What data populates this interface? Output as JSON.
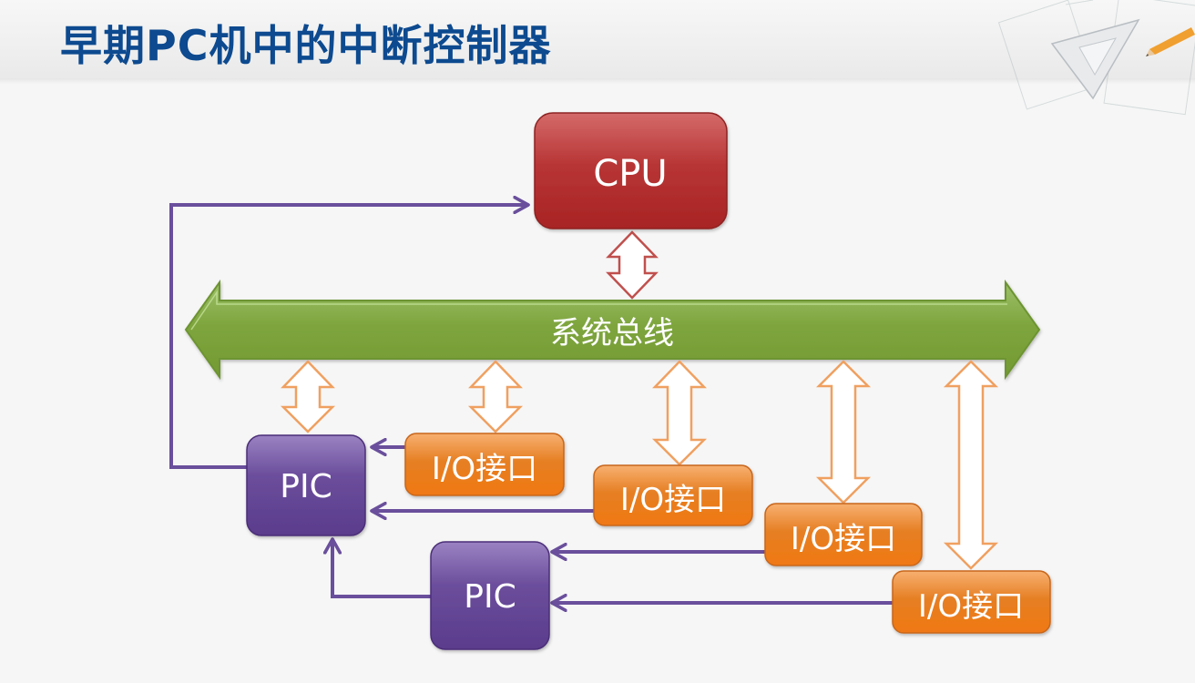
{
  "slide": {
    "title": "早期PC机中的中断控制器"
  },
  "diagram": {
    "cpu": {
      "label": "CPU",
      "color": "#b22a2a"
    },
    "bus": {
      "label": "系统总线",
      "color": "#78a03a"
    },
    "pic_master": {
      "label": "PIC",
      "color": "#5e3f8f"
    },
    "pic_slave": {
      "label": "PIC",
      "color": "#5e3f8f"
    },
    "io_interfaces": [
      {
        "label": "I/O接口"
      },
      {
        "label": "I/O接口"
      },
      {
        "label": "I/O接口"
      },
      {
        "label": "I/O接口"
      }
    ],
    "colors": {
      "io": "#ea7a1e",
      "signal_line": "#6a4f9c",
      "bus_arrow_outline_orange": "#f0a060",
      "cpu_bus_arrow_outline": "#c0504d"
    }
  }
}
